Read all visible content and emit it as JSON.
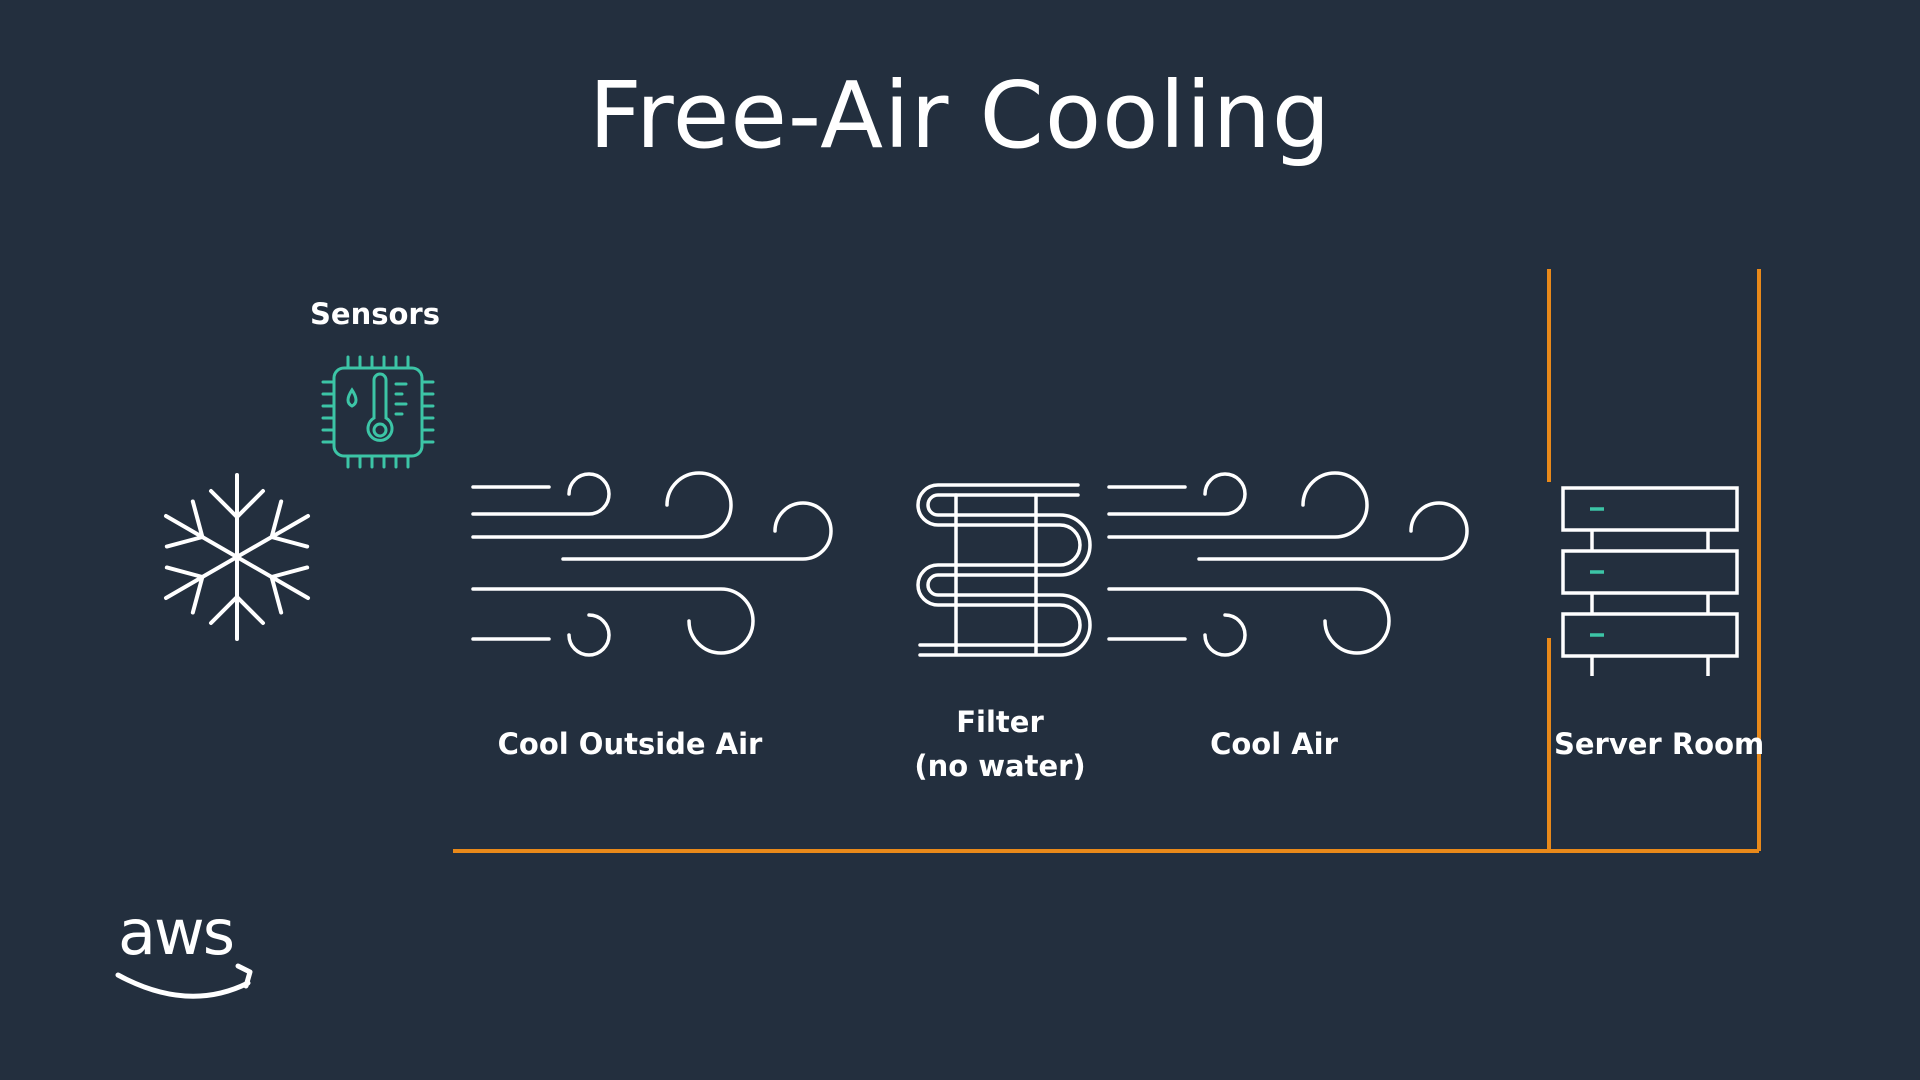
{
  "title": "Free-Air Cooling",
  "labels": {
    "sensors": "Sensors",
    "cool_outside_air": "Cool Outside Air",
    "filter_line1": "Filter",
    "filter_line2": "(no water)",
    "cool_air": "Cool Air",
    "server_room": "Server Room"
  },
  "logo_text": "aws",
  "colors": {
    "background": "#232f3e",
    "accent_orange": "#e8891a",
    "accent_purple": "#8a7fd8",
    "sensor_teal": "#3cc5a6",
    "foreground": "#ffffff"
  },
  "icons": [
    "snowflake-icon",
    "sensor-chip-icon",
    "wind-icon",
    "filter-coil-icon",
    "server-rack-icon",
    "aws-logo"
  ]
}
